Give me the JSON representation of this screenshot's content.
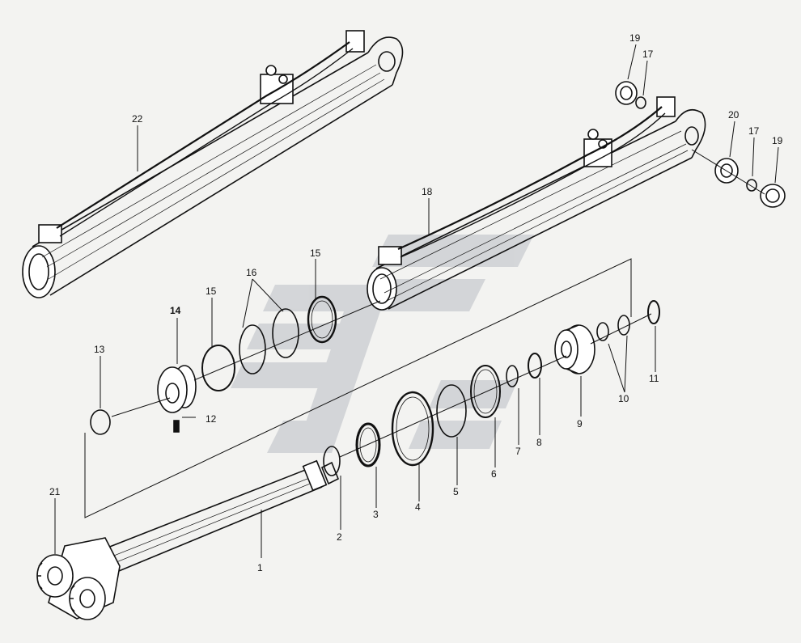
{
  "figure": {
    "type": "exploded-assembly-diagram"
  },
  "callouts": {
    "c1": "1",
    "c2": "2",
    "c3": "3",
    "c4": "4",
    "c5": "5",
    "c6": "6",
    "c7": "7",
    "c8": "8",
    "c9": "9",
    "c10": "10",
    "c11": "11",
    "c12": "12",
    "c13": "13",
    "c14": "14",
    "c15a": "15",
    "c15b": "15",
    "c16": "16",
    "c17a": "17",
    "c17b": "17",
    "c18": "18",
    "c19a": "19",
    "c19b": "19",
    "c20": "20",
    "c21": "21",
    "c22": "22"
  },
  "colors": {
    "ink": "#111111",
    "paper": "#f3f3f1",
    "watermark": "#c9ccd0"
  }
}
